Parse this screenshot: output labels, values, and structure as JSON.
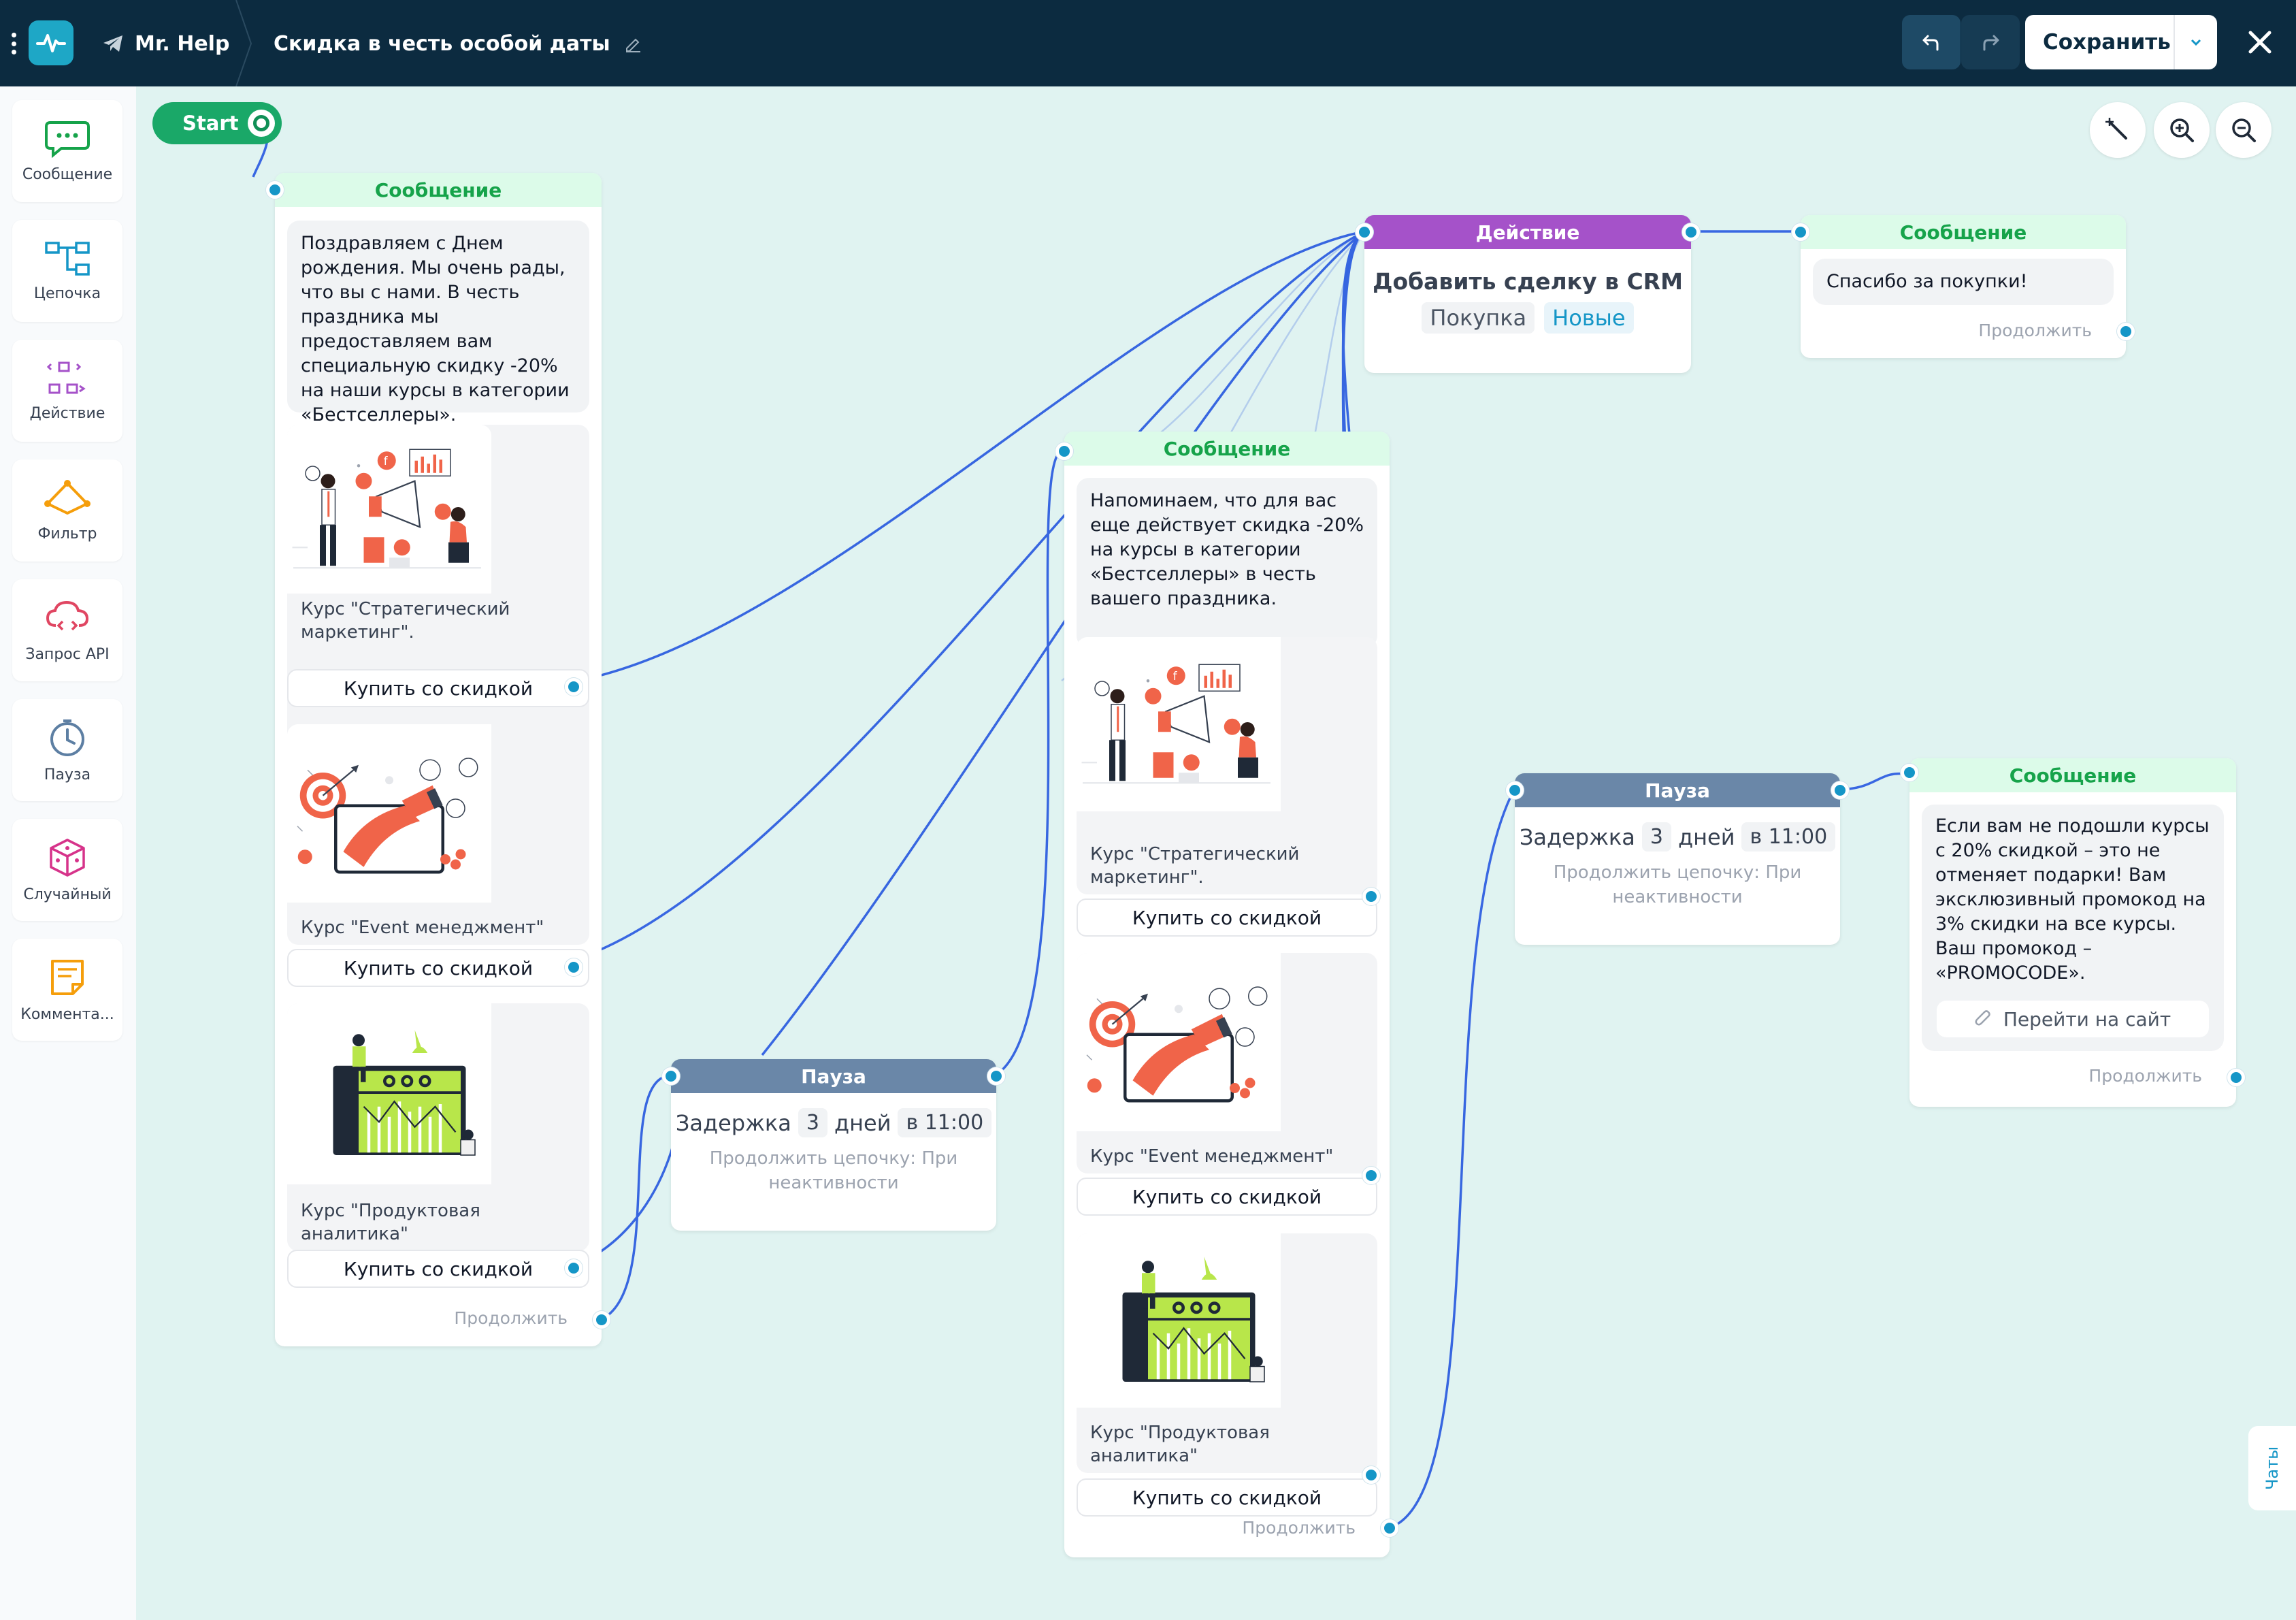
{
  "topbar": {
    "bot_name": "Mr. Help",
    "chain_title": "Скидка в честь особой даты",
    "save_label": "Сохранить"
  },
  "sidebar": {
    "items": [
      {
        "label": "Сообщение",
        "icon": "chat-bubble-icon"
      },
      {
        "label": "Цепочка",
        "icon": "chain-icon"
      },
      {
        "label": "Действие",
        "icon": "action-icon"
      },
      {
        "label": "Фильтр",
        "icon": "filter-icon"
      },
      {
        "label": "Запрос API",
        "icon": "cloud-api-icon"
      },
      {
        "label": "Пауза",
        "icon": "clock-icon"
      },
      {
        "label": "Случайный",
        "icon": "dice-icon"
      },
      {
        "label": "Коммента...",
        "icon": "note-icon"
      }
    ]
  },
  "canvas": {
    "start_label": "Start",
    "chats_tab": "Чаты"
  },
  "message1": {
    "header": "Сообщение",
    "text": "Поздравляем с Днем рождения. Мы очень рады, что вы с нами. В честь праздника мы предоставляем вам специальную скидку -20% на наши курсы в категории «Бестселлеры».",
    "cards": [
      {
        "caption": "Курс \"Стратегический маркетинг\".",
        "button": "Купить со скидкой"
      },
      {
        "caption": "Курс \"Event менеджмент\"",
        "button": "Купить со скидкой"
      },
      {
        "caption": "Курс \"Продуктовая аналитика\"",
        "button": "Купить со скидкой"
      }
    ],
    "continue": "Продолжить"
  },
  "pause1": {
    "header": "Пауза",
    "delay_label": "Задержка",
    "delay_value": "3",
    "unit": "дней",
    "time": "в 11:00",
    "sub": "Продолжить цепочку: При неактивности"
  },
  "message2": {
    "header": "Сообщение",
    "text": "Напоминаем, что для вас еще действует скидка -20% на курсы в категории «Бестселлеры» в честь вашего праздника.",
    "cards": [
      {
        "caption": "Курс \"Стратегический маркетинг\".",
        "button": "Купить со скидкой"
      },
      {
        "caption": "Курс \"Event менеджмент\"",
        "button": "Купить со скидкой"
      },
      {
        "caption": "Курс \"Продуктовая аналитика\"",
        "button": "Купить со скидкой"
      }
    ],
    "continue": "Продолжить"
  },
  "action1": {
    "header": "Действие",
    "title": "Добавить сделку в CRM",
    "tag1": "Покупка",
    "tag2": "Новые"
  },
  "message3": {
    "header": "Сообщение",
    "text": "Спасибо за покупки!",
    "continue": "Продолжить"
  },
  "pause2": {
    "header": "Пауза",
    "delay_label": "Задержка",
    "delay_value": "3",
    "unit": "дней",
    "time": "в 11:00",
    "sub": "Продолжить цепочку: При неактивности"
  },
  "message4": {
    "header": "Сообщение",
    "text": "Если вам не подошли курсы с 20% скидкой – это не отменяет подарки! Вам эксклюзивный промокод на 3% скидки на все курсы. Ваш промокод – «PROMOCODE».",
    "link_button": "Перейти на сайт",
    "continue": "Продолжить"
  },
  "colors": {
    "topbar": "#0c2b40",
    "canvas": "#e0f3f1",
    "wire": "#2f5fe0",
    "port": "#1596c7",
    "message_header_bg": "#dcfbe9",
    "message_header_text": "#16a34a",
    "action_header": "#a552c9",
    "pause_header": "#6a87a8",
    "start": "#1aa868"
  }
}
